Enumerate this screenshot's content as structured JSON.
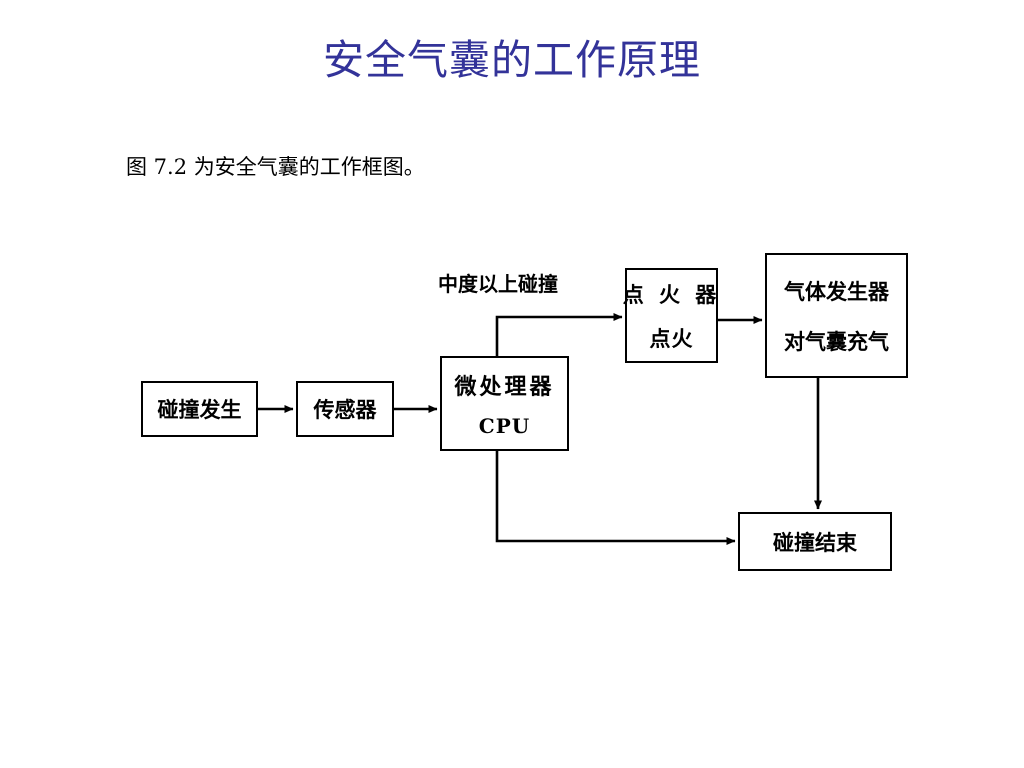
{
  "slide": {
    "title": "安全气囊的工作原理",
    "title_color": "#333399",
    "caption": "图 7.2 为安全气囊的工作框图。"
  },
  "diagram": {
    "type": "flowchart",
    "nodes": [
      {
        "id": "crash",
        "line1": "碰撞发生",
        "line2": ""
      },
      {
        "id": "sensor",
        "line1": "传感器",
        "line2": ""
      },
      {
        "id": "cpu",
        "line1": "微处理器",
        "line2": "CPU"
      },
      {
        "id": "igniter",
        "line1": "点 火 器",
        "line2": "点火"
      },
      {
        "id": "generator",
        "line1": "气体发生器",
        "line2": "对气囊充气"
      },
      {
        "id": "end",
        "line1": "碰撞结束",
        "line2": ""
      }
    ],
    "edges": [
      {
        "from": "crash",
        "to": "sensor",
        "label": ""
      },
      {
        "from": "sensor",
        "to": "cpu",
        "label": ""
      },
      {
        "from": "cpu",
        "to": "igniter",
        "label": "中度以上碰撞"
      },
      {
        "from": "igniter",
        "to": "generator",
        "label": ""
      },
      {
        "from": "generator",
        "to": "end",
        "label": ""
      },
      {
        "from": "cpu",
        "to": "end",
        "label": ""
      }
    ],
    "edge_labels": {
      "moderate_impact": "中度以上碰撞"
    },
    "stroke_color": "#000000",
    "fill_color": "#ffffff"
  }
}
